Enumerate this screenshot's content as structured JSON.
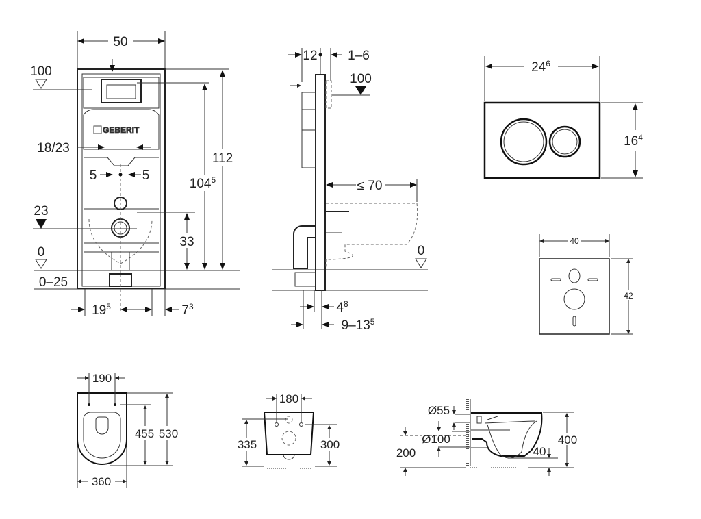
{
  "front_view": {
    "width": "50",
    "level_100": "100",
    "flush_span": "18/23",
    "offset_left": "5",
    "offset_right": "5",
    "level_23": "23",
    "height_33": "33",
    "height_1045": {
      "main": "104",
      "sup": "5"
    },
    "height_112": "112",
    "level_0": "0",
    "floor_range": "0–25",
    "span_195": {
      "main": "19",
      "sup": "5"
    },
    "span_73": {
      "main": "7",
      "sup": "3"
    },
    "brand": "GEBERIT"
  },
  "side_view": {
    "depth_12": "12",
    "depth_1_6": "1–6",
    "level_100": "100",
    "projection": "≤ 70",
    "level_0": "0",
    "depth_48": {
      "main": "4",
      "sup": "8"
    },
    "depth_9_135": {
      "main": "9–13",
      "sup": "5"
    }
  },
  "flush_plate": {
    "width": {
      "main": "24",
      "sup": "6"
    },
    "height": {
      "main": "16",
      "sup": "4"
    }
  },
  "wall_plate": {
    "width": "40",
    "height": "42"
  },
  "toilet_top": {
    "hole_spacing": "190",
    "hole_depth": "455",
    "length": "530",
    "width": "360"
  },
  "toilet_front": {
    "hole_spacing": "180",
    "height_335": "335",
    "height_300": "300"
  },
  "toilet_side": {
    "inlet": "Ø55",
    "outlet": "Ø100",
    "outlet_height": "200",
    "height": "400",
    "offset": "40"
  }
}
